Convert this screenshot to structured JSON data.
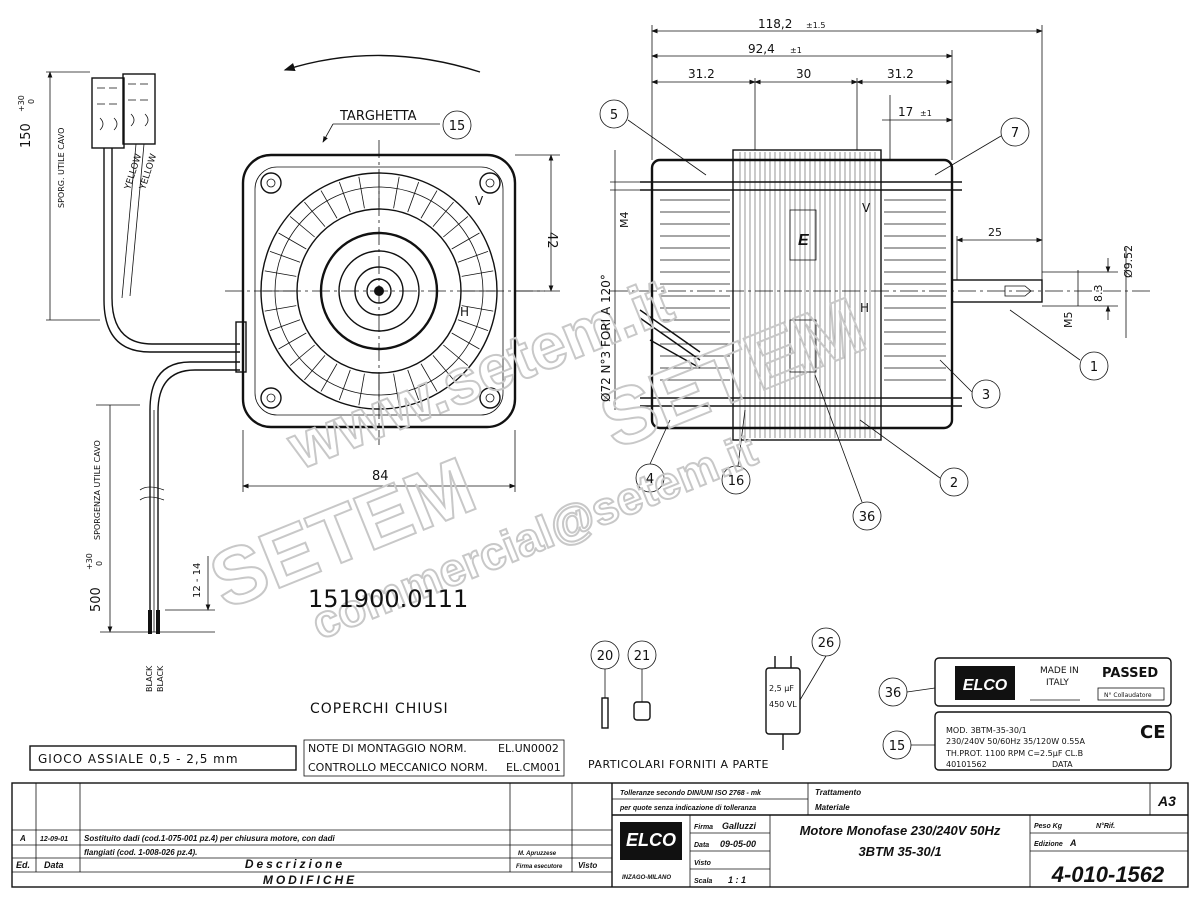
{
  "drawing": {
    "part_number": "151900.0111",
    "targhetta_label": "TARGHETTA",
    "rotation_arrow": "counterclockwise",
    "cable_labels": {
      "sporg_utile_cavo_top": "SPORG. UTILE CAVO",
      "sporgenza_utile_cavo": "SPORGENZA UTILE CAVO",
      "yellow1": "YELLOW",
      "yellow2": "YELLOW",
      "black1": "BLACK",
      "black2": "BLACK",
      "len_top": "150",
      "tol_top_plus": "+30",
      "tol_top_zero": "0",
      "len_bottom": "500",
      "tol_bottom_plus": "+30",
      "tol_bottom_zero": "0",
      "strip": "12 - 14"
    },
    "front_dims": {
      "width": "84",
      "height": "42"
    },
    "side_dims": {
      "overall": "118,2",
      "overall_tol": "±1.5",
      "body": "92,4",
      "body_tol": "±1",
      "seg_left": "31.2",
      "seg_mid": "30",
      "seg_right": "31.2",
      "top_right": "17",
      "top_right_tol": "±1",
      "shaft_len": "25",
      "shaft_dia": "Ø9.52",
      "shaft_83": "8.3",
      "thread": "M5",
      "screw": "M4",
      "holes": "Ø72 N°3 FORI A 120°"
    },
    "callouts": [
      "15",
      "5",
      "7",
      "1",
      "3",
      "2",
      "36",
      "16",
      "4",
      "20",
      "21",
      "26",
      "36",
      "15"
    ],
    "coperchi": "COPERCHI CHIUSI",
    "gioco_assiale": "GIOCO ASSIALE  0,5 - 2,5 mm",
    "note_montaggio": "NOTE DI MONTAGGIO NORM.",
    "note_montaggio_val": "EL.UN0002",
    "controllo": "CONTROLLO MECCANICO NORM.",
    "controllo_val": "EL.CM001",
    "particolari": "PARTICOLARI FORNITI A PARTE",
    "capacitor": {
      "uf": "2,5 µF",
      "vl": "450 VL"
    },
    "nameplate": {
      "brand": "ELCO",
      "made_in": "MADE IN",
      "italy": "ITALY",
      "passed": "PASSED",
      "collaudatore": "N° Collaudatore",
      "line1": "MOD. 3BTM-35-30/1",
      "line2": "230/240V   50/60Hz    35/120W   0.55A",
      "line3": "TH.PROT.   1100 RPM   C=2.5µF   CL.B",
      "line4": "40101562",
      "data": "DATA",
      "ce": "CE"
    },
    "watermarks": [
      "www.setem.it",
      "SETEM",
      "SETEM",
      "commercial@setem.it"
    ]
  },
  "title_block": {
    "tolleranze": "Tolleranze secondo DIN/UNI ISO 2768 - mk",
    "tolleranze2": "per quote senza indicazione di tolleranza",
    "trattamento": "Trattamento",
    "materiale": "Materiale",
    "format": "A3",
    "firma_label": "Firma",
    "firma": "Galluzzi",
    "data_label": "Data",
    "data": "09-05-00",
    "visto_label": "Visto",
    "scala_label": "Scala",
    "scala": "1 : 1",
    "title1": "Motore Monofase 230/240V 50Hz",
    "title2": "3BTM 35-30/1",
    "peso": "Peso Kg",
    "nrif": "N°Rif.",
    "edizione": "Edizione",
    "edizione_val": "A",
    "drawing_no": "4-010-1562",
    "logo_sub": "INZAGO-MILANO",
    "rev_ed": "A",
    "rev_date": "12-09-01",
    "rev_desc1": "Sostituito dadi (cod.1-075-001 pz.4) per chiusura motore, con dadi",
    "rev_desc2": "flangiati (cod. 1-008-026 pz.4).",
    "rev_firma": "M. Apruzzese",
    "hdr_ed": "Ed.",
    "hdr_data": "Data",
    "hdr_desc": "Descrizione",
    "hdr_firma": "Firma esecutore",
    "hdr_visto": "Visto",
    "modifiche": "MODIFICHE"
  }
}
